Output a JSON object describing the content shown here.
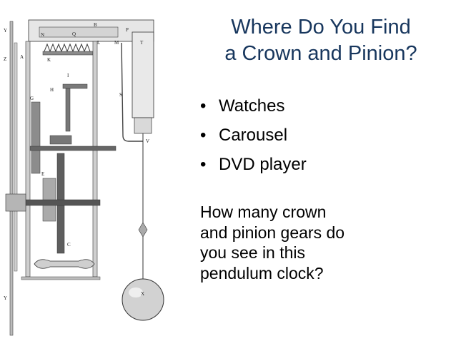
{
  "slide": {
    "title_lines": [
      "Where Do You Find",
      "a Crown and Pinion?"
    ],
    "bullets": [
      {
        "marker": "•",
        "text": "Watches"
      },
      {
        "marker": "•",
        "text": "Carousel"
      },
      {
        "marker": "•",
        "text": "DVD player"
      }
    ],
    "question_lines": [
      "How many crown",
      "and pinion gears do",
      "you see in this",
      "pendulum clock?"
    ]
  },
  "figure": {
    "labels": {
      "y_top": "Y",
      "z": "Z",
      "a": "A",
      "b": "B",
      "n": "N",
      "q": "Q",
      "l": "L",
      "m": "M",
      "p": "P",
      "t": "T",
      "k": "K",
      "i": "I",
      "h": "H",
      "g": "G",
      "s": "S",
      "v": "V",
      "x": "X",
      "y_bottom": "Y",
      "e": "E",
      "c": "C"
    },
    "colors": {
      "ink": "#333333",
      "plate": "#e4e4e4",
      "gear": "#6a6a6a",
      "bob": "#cfcfcf"
    }
  }
}
